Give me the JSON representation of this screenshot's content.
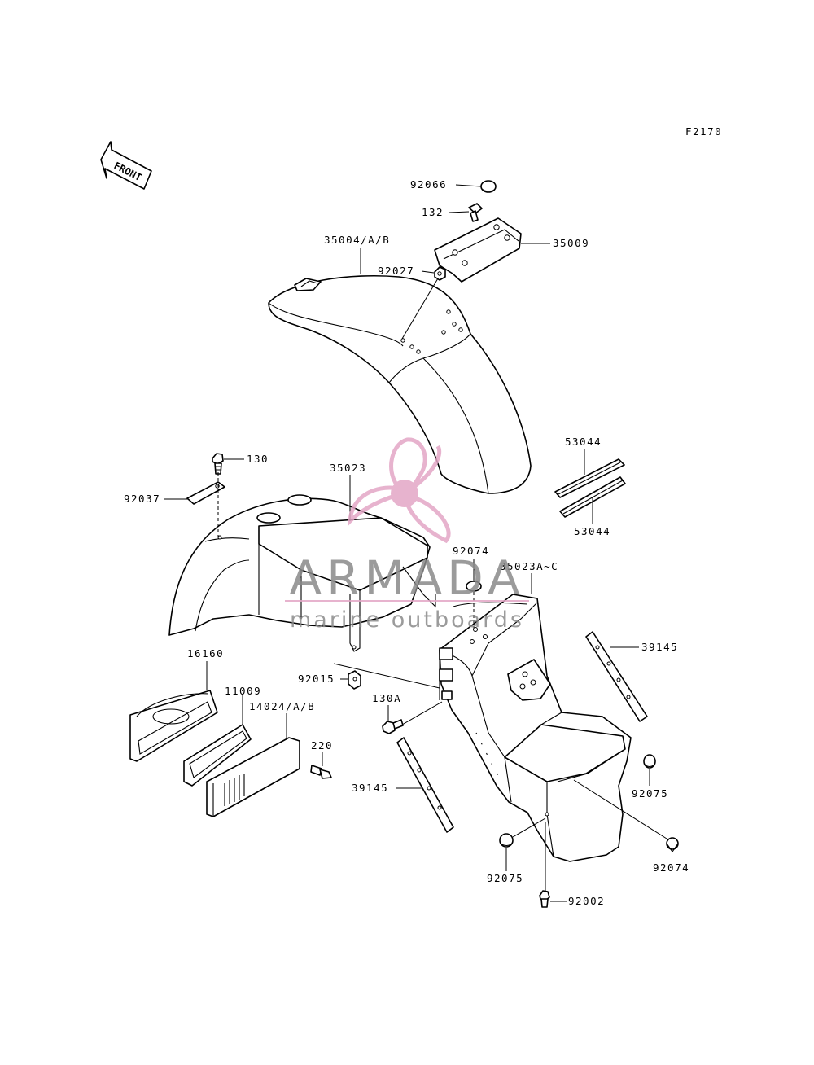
{
  "figure_code": "F2170",
  "front_label": "FRONT",
  "watermark": {
    "brand": "ARMADA",
    "tagline": "marine outboards",
    "brand_color": "#8a8a8a",
    "logo_color": "#e3a6c6"
  },
  "labels": {
    "p92066": "92066",
    "p132": "132",
    "p35009": "35009",
    "p35004": "35004/A/B",
    "p92027": "92027",
    "p53044a": "53044",
    "p53044b": "53044",
    "p130": "130",
    "p35023": "35023",
    "p92037": "92037",
    "p92074a": "92074",
    "p35023ac": "35023A~C",
    "p39145a": "39145",
    "p16160": "16160",
    "p92015": "92015",
    "p11009": "11009",
    "p14024": "14024/A/B",
    "p130a": "130A",
    "p220": "220",
    "p39145b": "39145",
    "p92075a": "92075",
    "p92074b": "92074",
    "p92075b": "92075",
    "p92002": "92002"
  }
}
